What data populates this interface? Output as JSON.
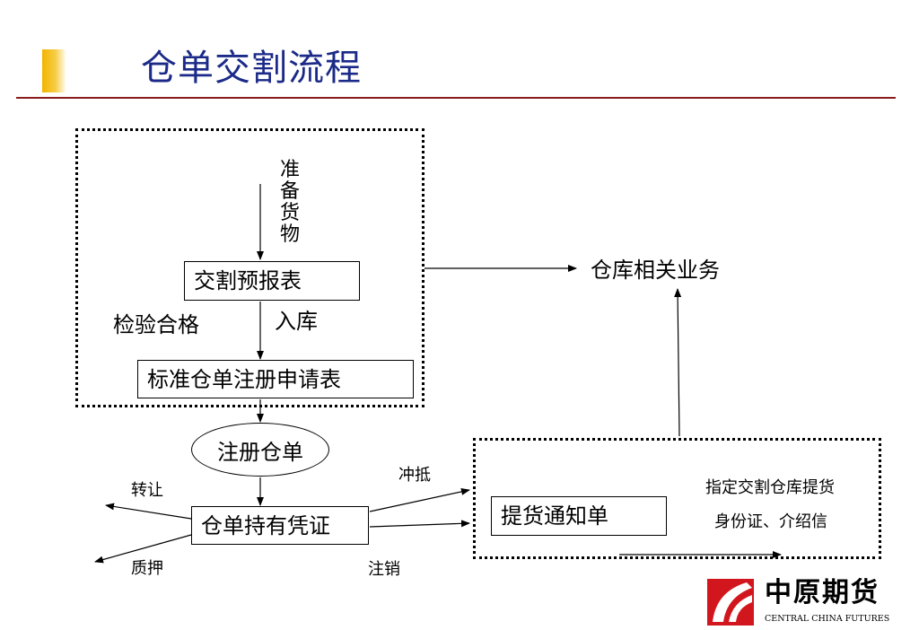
{
  "title": "仓单交割流程",
  "colors": {
    "title": "#1b2a88",
    "rule": "#8b1a1a",
    "accent": "#f3b400",
    "logo_red": "#d2161e"
  },
  "nodes": {
    "vertical_label": "准备货物",
    "delivery_report": "交割预报表",
    "inspection_label": "检验合格",
    "storage_label": "入库",
    "registration_form": "标准仓单注册申请表",
    "register_receipt": "注册仓单",
    "holding_certificate": "仓单持有凭证",
    "warehouse_business": "仓库相关业务",
    "pickup_notice": "提货通知单",
    "designated_pickup": "指定交割仓库提货",
    "id_letter": "身份证、介绍信"
  },
  "edge_labels": {
    "transfer": "转让",
    "pledge": "质押",
    "offset": "冲抵",
    "cancel": "注销"
  },
  "logo": {
    "name": "中原期货",
    "english": "CENTRAL CHINA FUTURES",
    "icon": "zhongyuan-logo-icon"
  }
}
